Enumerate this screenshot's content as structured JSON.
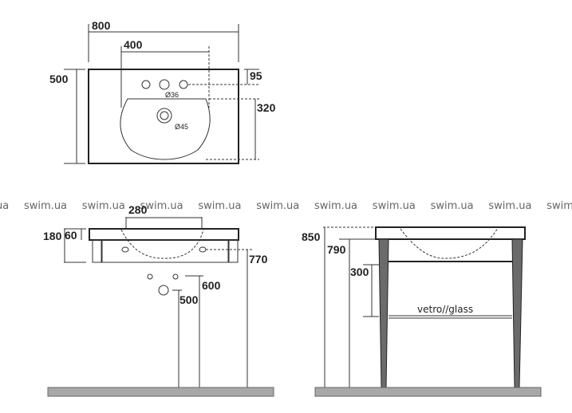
{
  "watermark": "swim.ua",
  "top_view": {
    "width": "800",
    "hole_spacing": "400",
    "depth": "500",
    "tap_offset": "95",
    "basin_depth": "320",
    "tap_hole_diameter": "Ø36",
    "drain_diameter": "Ø45"
  },
  "front_view": {
    "total_height": "180",
    "top_thickness": "60",
    "bracket_spacing": "280",
    "fixing_height": "770",
    "supply_height": "600",
    "drain_height": "500"
  },
  "side_view": {
    "overall_height": "850",
    "frame_height": "790",
    "shelf_gap": "300",
    "shelf_label": "vetro//glass"
  },
  "colors": {
    "leg": "#6b6b6b",
    "floor": "#a8a8a8"
  }
}
